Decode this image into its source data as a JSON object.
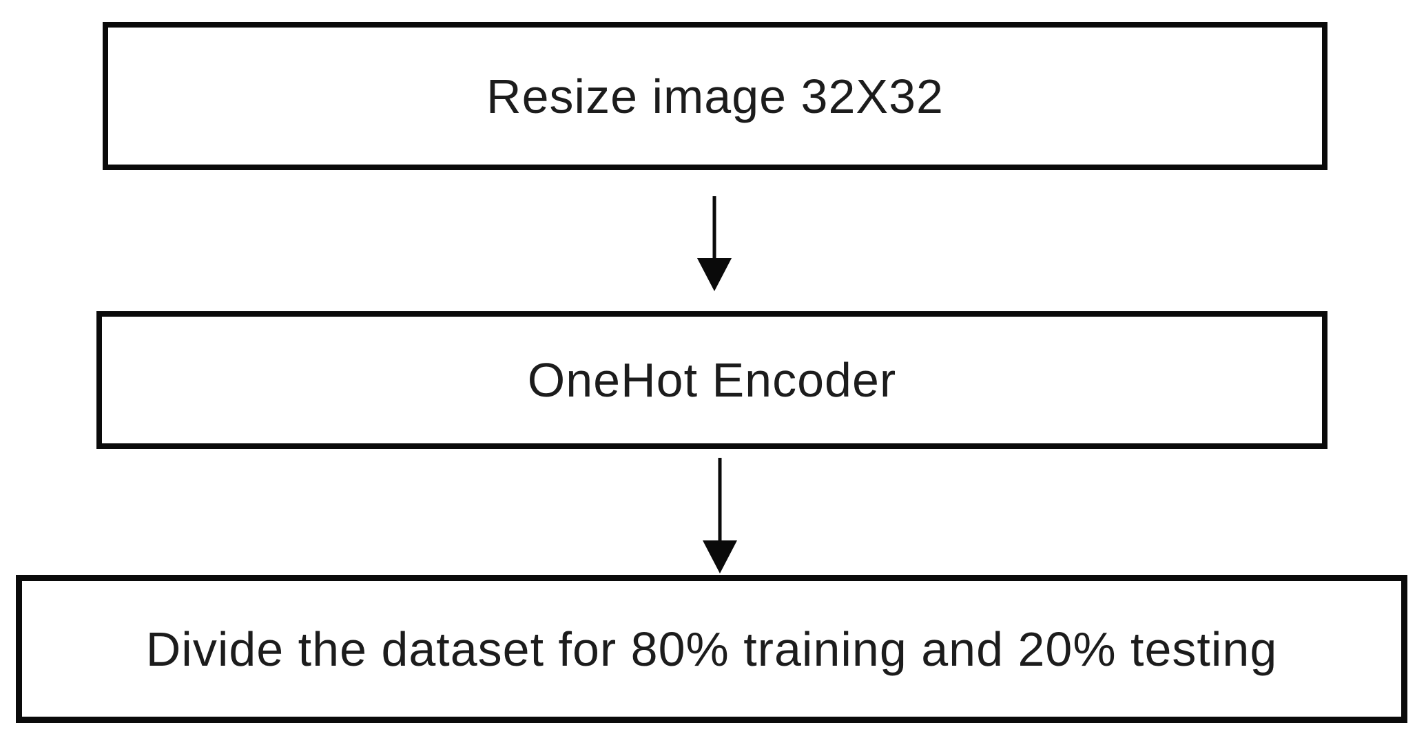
{
  "diagram": {
    "type": "flowchart",
    "direction": "top-down",
    "nodes": [
      {
        "id": "resize",
        "label": "Resize image 32X32"
      },
      {
        "id": "onehot",
        "label": "OneHot Encoder"
      },
      {
        "id": "divide",
        "label": "Divide the dataset for 80% training and 20% testing"
      }
    ],
    "edges": [
      {
        "from": "resize",
        "to": "onehot"
      },
      {
        "from": "onehot",
        "to": "divide"
      }
    ],
    "colors": {
      "background": "#ffffff",
      "box_fill": "#ffffff",
      "box_border": "#0a0a0a",
      "text": "#1c1c1c",
      "arrow": "#0a0a0a"
    }
  }
}
